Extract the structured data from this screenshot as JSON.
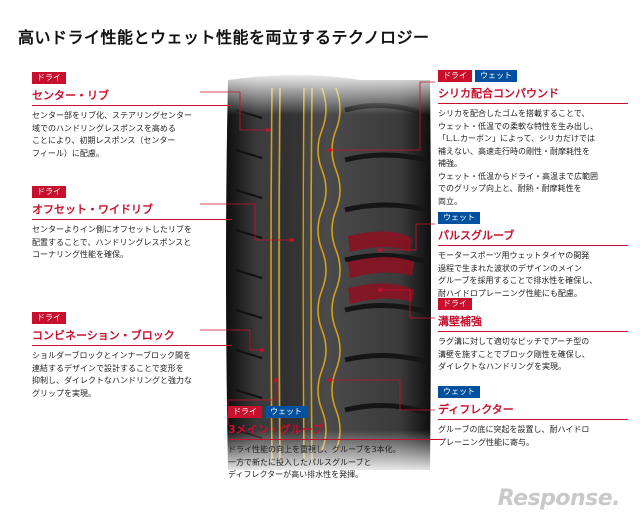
{
  "title": "高いドライ性能とウェット性能を両立するテクノロジー",
  "tags": {
    "dry": "ドライ",
    "wet": "ウェット"
  },
  "left_blocks": [
    {
      "tags": [
        "ドライ"
      ],
      "heading": "センター・リブ",
      "desc": [
        "センター部をリブ化、ステアリングセンター",
        "域でのハンドリングレスポンスを高める",
        "ことにより、初期レスポンス（センター",
        "フィール）に配慮。"
      ]
    },
    {
      "tags": [
        "ドライ"
      ],
      "heading": "オフセット・ワイドリブ",
      "desc": [
        "センターよりイン側にオフセットしたリブを",
        "配置することで、ハンドリングレスポンスと",
        "コーナリング性能を確保。"
      ]
    },
    {
      "tags": [
        "ドライ"
      ],
      "heading": "コンビネーション・ブロック",
      "desc": [
        "ショルダーブロックとインナーブロック間を",
        "連結するデザインで設計することで変形を",
        "抑制し、ダイレクトなハンドリングと強力な",
        "グリップを実現。"
      ]
    }
  ],
  "right_blocks": [
    {
      "tags": [
        "ドライ",
        "ウェット"
      ],
      "heading": "シリカ配合コンパウンド",
      "desc": [
        "シリカを配合したゴムを搭載することで、",
        "ウェット・低温での柔軟な特性を生み出し、",
        "「L.L.カーボン」によって、シリカだけでは",
        "補えない、高速走行時の剛性・耐摩耗性を",
        "補強。",
        "ウェット・低温からドライ・高温まで広範囲",
        "でのグリップ向上と、耐熱・耐摩耗性を",
        "両立。"
      ]
    },
    {
      "tags": [
        "ウェット"
      ],
      "heading": "パルスグルーブ",
      "desc": [
        "モータースポーツ用ウェットタイヤの開発",
        "過程で生まれた波状のデザインのメイン",
        "グルーブを採用することで排水性を確保し、",
        "耐ハイドロプレーニング性能にも配慮。"
      ]
    },
    {
      "tags": [
        "ドライ"
      ],
      "heading": "溝壁補強",
      "desc": [
        "ラグ溝に対して適切なピッチでアーチ型の",
        "溝壁を施すことでブロック剛性を確保し、",
        "ダイレクトなハンドリングを実現。"
      ]
    },
    {
      "tags": [
        "ウェット"
      ],
      "heading": "ディフレクター",
      "desc": [
        "グルーブの底に突起を設置し、耐ハイドロ",
        "プレーニング性能に寄与。"
      ]
    }
  ],
  "bottom_block": {
    "tags": [
      "ドライ",
      "ウェット"
    ],
    "heading": "3メイン・グルーブ",
    "desc": [
      "ドライ性能の向上を重視し、グルーブを3本化。",
      "一方で新たに投入したパルスグルーブと",
      "ディフレクターが高い排水性を発揮。"
    ]
  },
  "logo": "Response.",
  "colors": {
    "dry": "#c8102e",
    "wet": "#0050a0",
    "accent_line": "#c8102e",
    "tread": "#2a2a2a",
    "groove_edge": "#d4a017"
  }
}
